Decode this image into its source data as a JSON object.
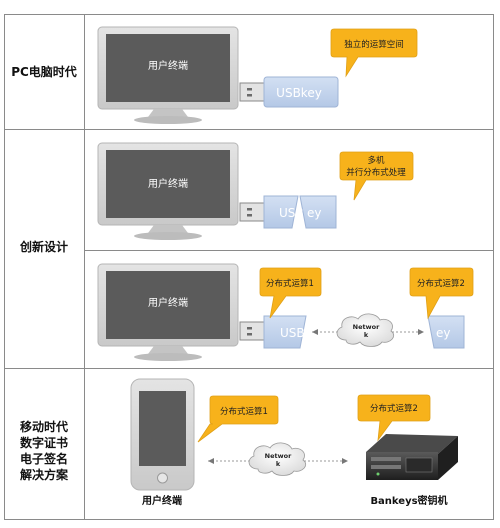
{
  "rows": {
    "pc_era": {
      "label": "PC电脑时代"
    },
    "innovation": {
      "label": "创新设计"
    },
    "mobile_era": {
      "label_lines": [
        "移动时代",
        "数字证书",
        "电子签名",
        "解决方案"
      ]
    }
  },
  "terminal_label": "用户终端",
  "usbkey_label": "USBkey",
  "usbkey_split_left": "USB",
  "usbkey_split_right": "ey",
  "callouts": {
    "independent_space": "独立的运算空间",
    "multi_machine_line1": "多机",
    "multi_machine_line2": "并行分布式处理",
    "dist_op_1": "分布式运算1",
    "dist_op_2": "分布式运算2"
  },
  "network_lines": [
    "Networ",
    "k"
  ],
  "network2_lines": [
    "Networ",
    "k"
  ],
  "mobile_labels": {
    "phone": "用户终端",
    "server": "Bankeys密钥机"
  },
  "colors": {
    "callout_fill": "#f7b21b",
    "usb_fill": "#c4d4ec",
    "screen_fill": "#5b5b5b",
    "monitor_frame": "#d5d5d5"
  }
}
